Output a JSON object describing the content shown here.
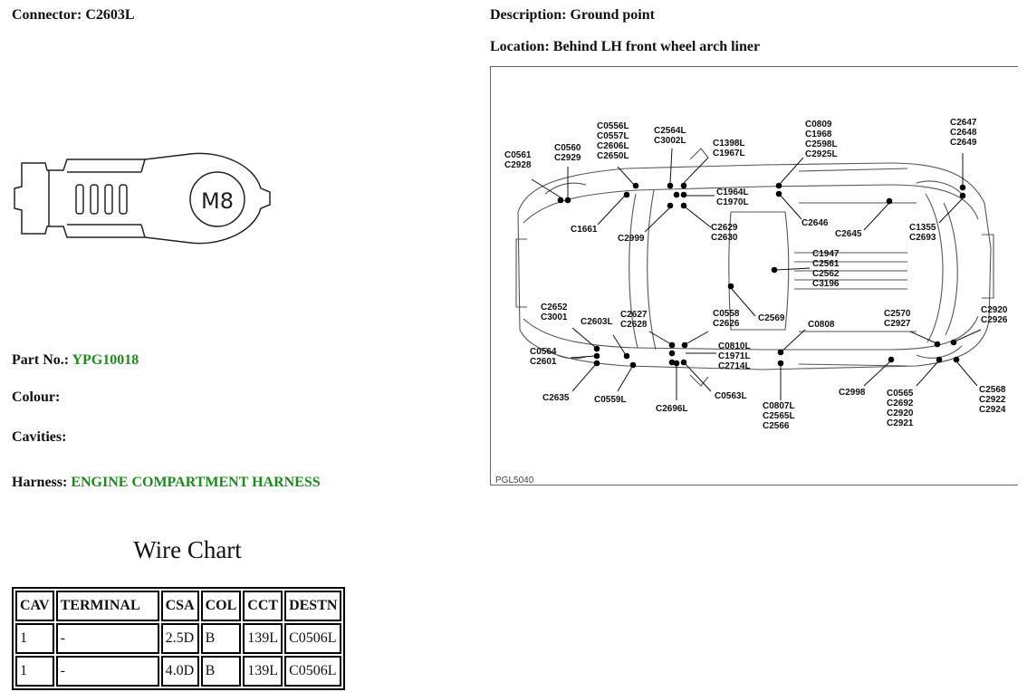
{
  "connector": {
    "label": "Connector:",
    "value": "C2603L"
  },
  "description": {
    "label": "Description:",
    "value": "Ground point"
  },
  "location": {
    "label": "Location:",
    "value": "Behind LH front wheel arch liner"
  },
  "connector_drawing": {
    "stud_label": "M8"
  },
  "part_no": {
    "label": "Part No.:",
    "value": "YPG10018"
  },
  "colour": {
    "label": "Colour:",
    "value": ""
  },
  "cavities": {
    "label": "Cavities:",
    "value": ""
  },
  "harness": {
    "label": "Harness:",
    "value": "ENGINE COMPARTMENT HARNESS"
  },
  "wire_chart": {
    "title": "Wire Chart",
    "headers": [
      "CAV",
      "TERMINAL",
      "CSA",
      "COL",
      "CCT",
      "DESTN"
    ],
    "rows": [
      [
        "1",
        "-",
        "2.5D",
        "B",
        "139L",
        "C0506L"
      ],
      [
        "1",
        "-",
        "4.0D",
        "B",
        "139L",
        "C0506L"
      ]
    ]
  },
  "diagram": {
    "ref": "PGL5040",
    "colors": {
      "line": "#555555",
      "dot": "#000000"
    },
    "labels": [
      [
        "C0561",
        "C2928"
      ],
      [
        "C0560",
        "C2929"
      ],
      [
        "C0556L",
        "C0557L",
        "C2606L",
        "C2650L"
      ],
      [
        "C2564L",
        "C3002L"
      ],
      [
        "C1398L",
        "C1967L"
      ],
      [
        "C0809",
        "C1968",
        "C2598L",
        "C2925L"
      ],
      [
        "C2647",
        "C2648",
        "C2649"
      ],
      [
        "C1964L",
        "C1970L"
      ],
      [
        "C1661"
      ],
      [
        "C2999"
      ],
      [
        "C2629",
        "C2630"
      ],
      [
        "C2646"
      ],
      [
        "C2645"
      ],
      [
        "C1355",
        "C2693"
      ],
      [
        "C1947",
        "C2561",
        "C2562",
        "C3196"
      ],
      [
        "C2569"
      ],
      [
        "C2652",
        "C3001"
      ],
      [
        "C2603L"
      ],
      [
        "C2627",
        "C2628"
      ],
      [
        "C0558",
        "C2626"
      ],
      [
        "C0808"
      ],
      [
        "C2570",
        "C2927"
      ],
      [
        "C2920",
        "C2926"
      ],
      [
        "C0564",
        "C2601"
      ],
      [
        "C0810L",
        "C1971L",
        "C2714L"
      ],
      [
        "C2635"
      ],
      [
        "C0559L"
      ],
      [
        "C2696L"
      ],
      [
        "C0563L"
      ],
      [
        "C0807L",
        "C2565L",
        "C2566"
      ],
      [
        "C2998"
      ],
      [
        "C0565",
        "C2692",
        "C2920",
        "C2921"
      ],
      [
        "C2568",
        "C2922",
        "C2924"
      ]
    ]
  }
}
